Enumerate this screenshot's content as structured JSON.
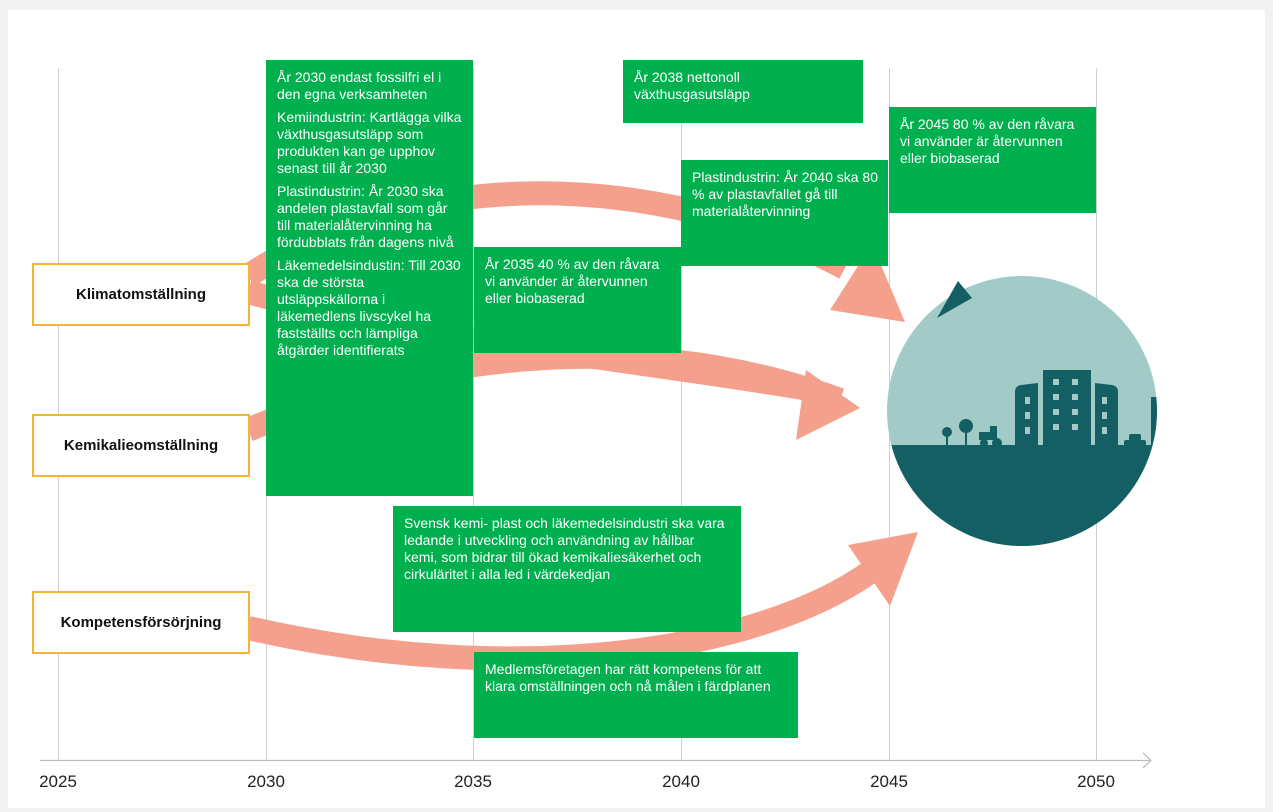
{
  "colors": {
    "background": "#f2f2f2",
    "panel": "#ffffff",
    "green_box": "#00b04f",
    "arrow": "#f4a08c",
    "orange_border": "#f5b531",
    "circle_dark": "#135f63",
    "circle_light": "#a2cbc8",
    "gridline": "#cccccc"
  },
  "timeline": {
    "years": [
      "2025",
      "2030",
      "2035",
      "2040",
      "2045",
      "2050"
    ]
  },
  "categories": {
    "klimat": "Klimatomställning",
    "kemikalie": "Kemikalieomställning",
    "kompetens": "Kompetensförsörjning"
  },
  "goals": {
    "g2030": [
      "År 2030 endast fossilfri el i den egna verksamheten",
      "Kemiindustrin: Kartlägga vilka växthusgasutsläpp som produkten kan ge upphov senast till år 2030",
      "Plastindustrin: År 2030 ska andelen plastavfall som går till materialåtervinning ha fördubblats från dagens nivå",
      "Läkemedelsindustin: Till 2030 ska de största utsläppskällorna i läkemedlens livscykel ha fastställts och lämpliga åtgärder identifierats"
    ],
    "g2035": "År 2035 40 % av den råvara vi använder är återvunnen eller biobaserad",
    "g2038": "År 2038 nettonoll växthusgasutsläpp",
    "g2040": "Plastindustrin: År 2040 ska 80 % av plastavfallet gå till materialåtervinning",
    "g2045": "År 2045 80 % av den råvara vi använder är återvunnen eller biobaserad",
    "vision": "Svensk kemi- plast och läkemedelsindustri ska vara ledande i utveckling och användning av hållbar kemi, som bidrar till ökad kemikaliesäkerhet och cirkuläritet i alla led i värdekedjan",
    "kompetens": "Medlemsföretagen har rätt kompetens för att klara omställningen och nå målen i färdplanen"
  },
  "icons": {
    "circle": "sustainable-city-circle-icon"
  }
}
